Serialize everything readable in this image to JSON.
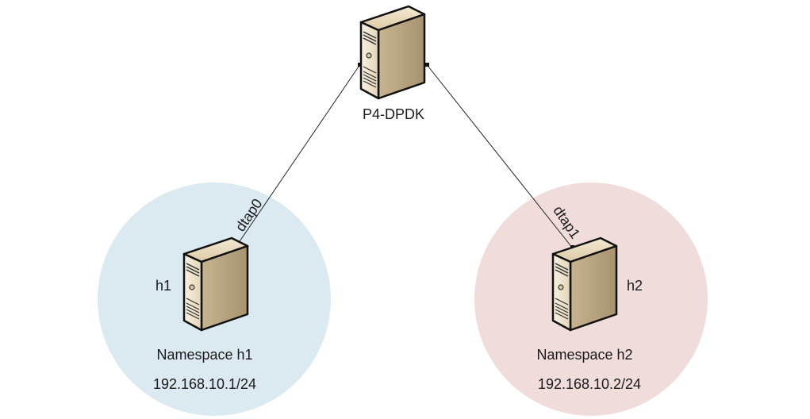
{
  "switch": {
    "label": "P4-DPDK"
  },
  "host1": {
    "name": "h1",
    "namespace": "Namespace h1",
    "ip": "192.168.10.1/24",
    "circle_color": "#dbe9f0"
  },
  "host2": {
    "name": "h2",
    "namespace": "Namespace h2",
    "ip": "192.168.10.2/24",
    "circle_color": "#f1dcdc"
  },
  "links": {
    "left_label": "dtap0",
    "right_label": "dtap1"
  }
}
